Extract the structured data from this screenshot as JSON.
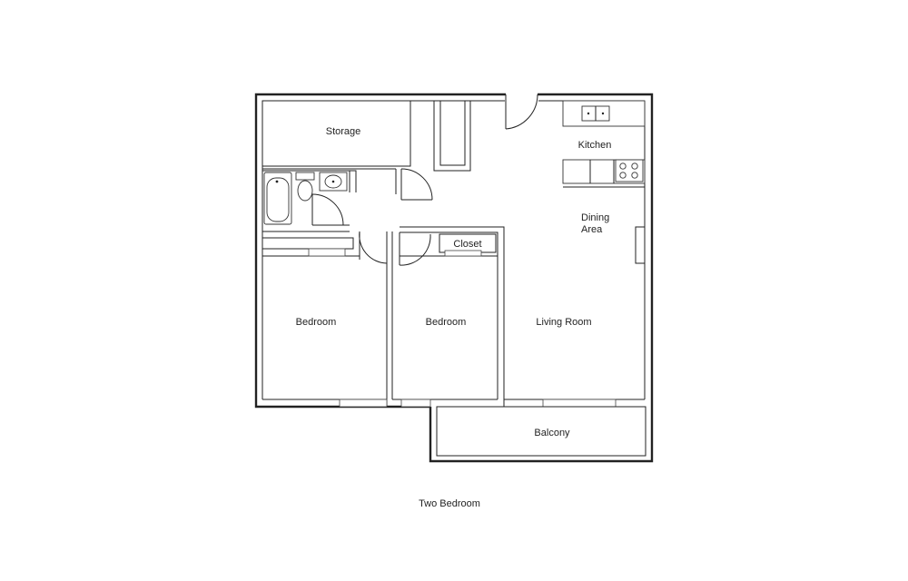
{
  "plan": {
    "rooms": {
      "storage": "Storage",
      "kitchen": "Kitchen",
      "dining_line1": "Dining",
      "dining_line2": "Area",
      "closet": "Closet",
      "bedroom_1": "Bedroom",
      "bedroom_2": "Bedroom",
      "living_room": "Living Room",
      "balcony": "Balcony"
    },
    "caption": "Two Bedroom"
  }
}
